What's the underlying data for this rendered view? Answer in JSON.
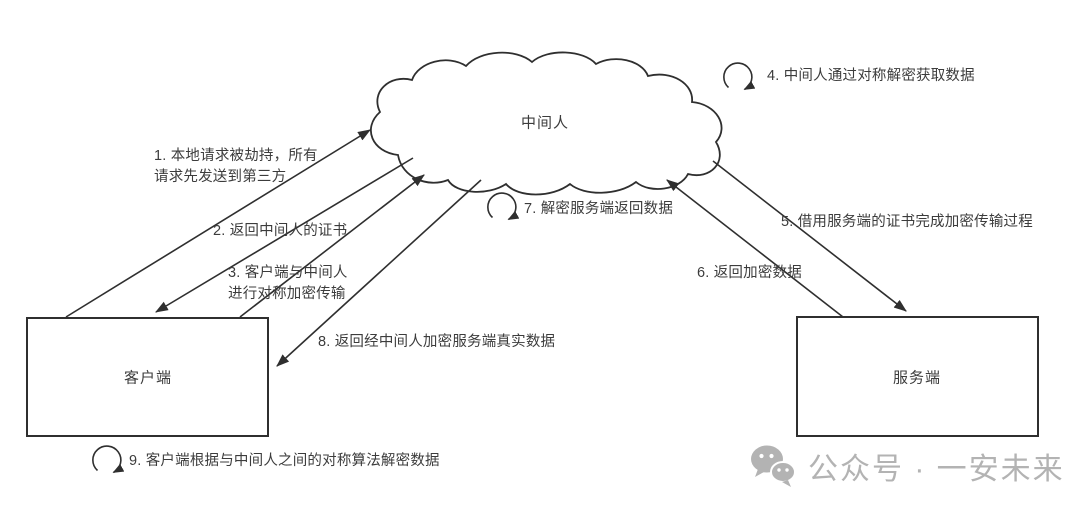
{
  "diagram": {
    "cloud_label": "中间人",
    "client_label": "客户端",
    "server_label": "服务端"
  },
  "steps": [
    {
      "num": 1,
      "text": "1. 本地请求被劫持，所有\n请求先发送到第三方"
    },
    {
      "num": 2,
      "text": "2. 返回中间人的证书"
    },
    {
      "num": 3,
      "text": "3. 客户端与中间人\n进行对称加密传输"
    },
    {
      "num": 4,
      "text": "4. 中间人通过对称解密获取数据"
    },
    {
      "num": 5,
      "text": "5. 借用服务端的证书完成加密传输过程"
    },
    {
      "num": 6,
      "text": "6. 返回加密数据"
    },
    {
      "num": 7,
      "text": "7. 解密服务端返回数据"
    },
    {
      "num": 8,
      "text": "8. 返回经中间人加密服务端真实数据"
    },
    {
      "num": 9,
      "text": "9. 客户端根据与中间人之间的对称算法解密数据"
    }
  ],
  "watermark": {
    "icon": "wechat-icon",
    "text": "公众号 · 一安未来"
  },
  "colors": {
    "line": "#2f2f2f",
    "text": "#3c3c3c",
    "watermark_gray": "#b3b3b3"
  }
}
